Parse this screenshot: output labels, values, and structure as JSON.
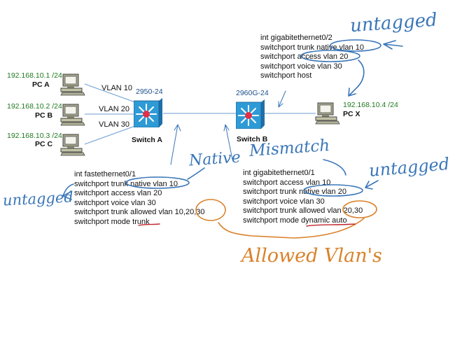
{
  "pcs": [
    {
      "name": "PC A",
      "ip": "192.168.10.1 /24",
      "vlan_label": "VLAN 10"
    },
    {
      "name": "PC B",
      "ip": "192.168.10.2 /24",
      "vlan_label": "VLAN 20"
    },
    {
      "name": "PC C",
      "ip": "192.168.10.3 /24",
      "vlan_label": "VLAN 30"
    },
    {
      "name": "PC X",
      "ip": "192.168.10.4 /24"
    }
  ],
  "switches": [
    {
      "name": "Switch A",
      "model": "2950-24"
    },
    {
      "name": "Switch B",
      "model": "2960G-24"
    }
  ],
  "configs": {
    "switch_a": [
      "int fastethernet0/1",
      "switchport trunk native vlan 10",
      "switchport access vlan 20",
      "switchport voice vlan 30",
      "switchport trunk allowed vlan 10,20,30",
      "switchport mode trunk"
    ],
    "switch_b_uplink": [
      "int gigabitethernet0/1",
      "switchport access vlan 10",
      "switchport trunk native vlan 20",
      "switchport voice vlan 30",
      "switchport trunk allowed vlan 20,30",
      "switchport mode dynamic auto"
    ],
    "switch_b_host": [
      "int gigabitethernet0/2",
      "switchport trunk native vlan 10",
      "switchport access vlan 20",
      "switchport voice vlan 30",
      "switchport host"
    ]
  },
  "annotations": {
    "untagged_top": "untagged",
    "untagged_left": "untagged",
    "untagged_right": "untagged",
    "native": "Native",
    "mismatch": "Mismatch",
    "allowed_vlans": "Allowed Vlan's"
  },
  "colors": {
    "ip_text": "#1f7a1f",
    "model_text": "#1b4d8c",
    "link_line": "#6c9bd2",
    "switch_blue": "#2e9bd6",
    "switch_hub": "#e0304a",
    "pen_blue": "#3a76b8",
    "pen_orange": "#d9822b",
    "pen_red": "#c0262e"
  }
}
